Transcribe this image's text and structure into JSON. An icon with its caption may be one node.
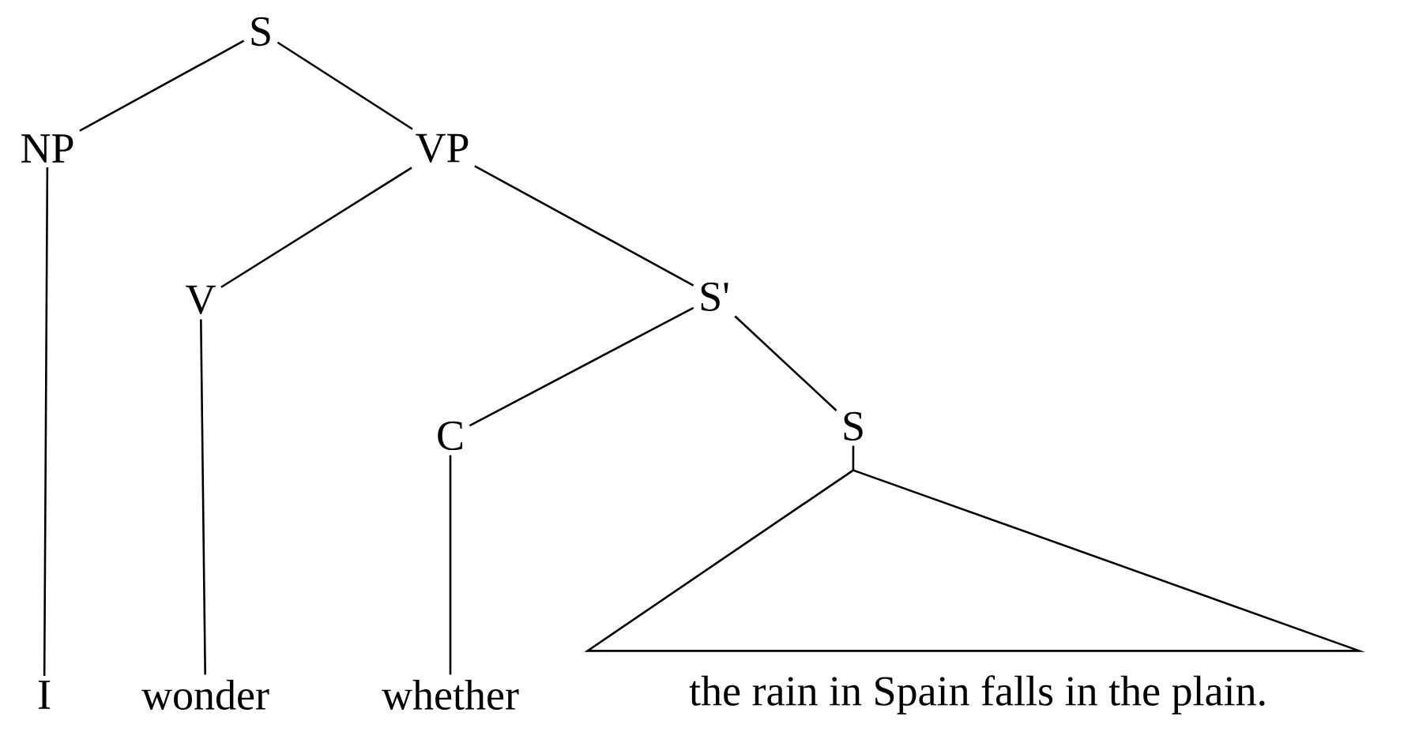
{
  "diagram": {
    "nodes": [
      {
        "text": [
          "S"
        ]
      },
      {
        "text": [
          "NP"
        ]
      },
      {
        "text": [
          "VP"
        ]
      },
      {
        "text": [
          "V"
        ]
      },
      {
        "text": [
          "S'"
        ]
      },
      {
        "text": [
          "C"
        ]
      },
      {
        "text": [
          "S"
        ]
      },
      {
        "text": [
          "I"
        ]
      },
      {
        "text": [
          "wonder"
        ]
      },
      {
        "text": [
          "whether"
        ]
      },
      {
        "text": [],
        "shape": "triangle",
        "beside": [
          "the rain in Spain falls in the plain."
        ]
      }
    ],
    "edges": [
      {
        "from": 0,
        "to": 1,
        "arrow": "none"
      },
      {
        "from": 0,
        "to": 2,
        "arrow": "none"
      },
      {
        "from": 1,
        "to": 7,
        "arrow": "none"
      },
      {
        "from": 2,
        "to": 3,
        "arrow": "none"
      },
      {
        "from": 2,
        "to": 4,
        "arrow": "none"
      },
      {
        "from": 3,
        "to": 8,
        "arrow": "none"
      },
      {
        "from": 4,
        "to": 5,
        "arrow": "none"
      },
      {
        "from": 4,
        "to": 6,
        "arrow": "none"
      },
      {
        "from": 5,
        "to": 9,
        "arrow": "none"
      },
      {
        "from": 6,
        "to": 10,
        "arrow": "none"
      }
    ]
  }
}
